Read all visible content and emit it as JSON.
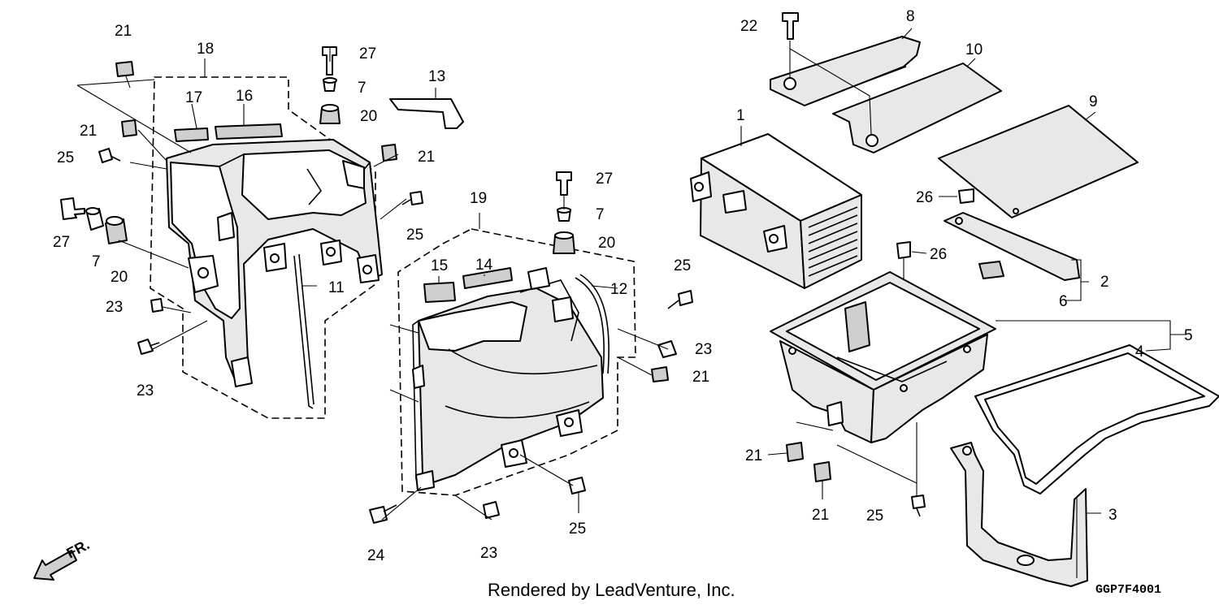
{
  "diagram": {
    "callouts": {
      "c21a": "21",
      "c18": "18",
      "c27a": "27",
      "c7a": "7",
      "c20a": "20",
      "c13": "13",
      "c17": "17",
      "c16": "16",
      "c21b": "21",
      "c25a": "25",
      "c21c": "21",
      "c27b": "27",
      "c7b": "7",
      "c20b": "20",
      "c25b": "25",
      "c11": "11",
      "c23a": "23",
      "c23b": "23",
      "c19": "19",
      "c27c": "27",
      "c7c": "7",
      "c20c": "20",
      "c15": "15",
      "c14": "14",
      "c12": "12",
      "c25c": "25",
      "c23c": "23",
      "c21d": "21",
      "c24": "24",
      "c23d": "23",
      "c25d": "25",
      "c22": "22",
      "c8": "8",
      "c10": "10",
      "c9": "9",
      "c1": "1",
      "c26a": "26",
      "c26b": "26",
      "c2": "2",
      "c6": "6",
      "c5": "5",
      "c4": "4",
      "c21e": "21",
      "c21f": "21",
      "c25e": "25",
      "c3": "3"
    },
    "direction_label": "FR.",
    "credit": "Rendered by LeadVenture, Inc.",
    "diagram_code": "GGP7F4001"
  }
}
